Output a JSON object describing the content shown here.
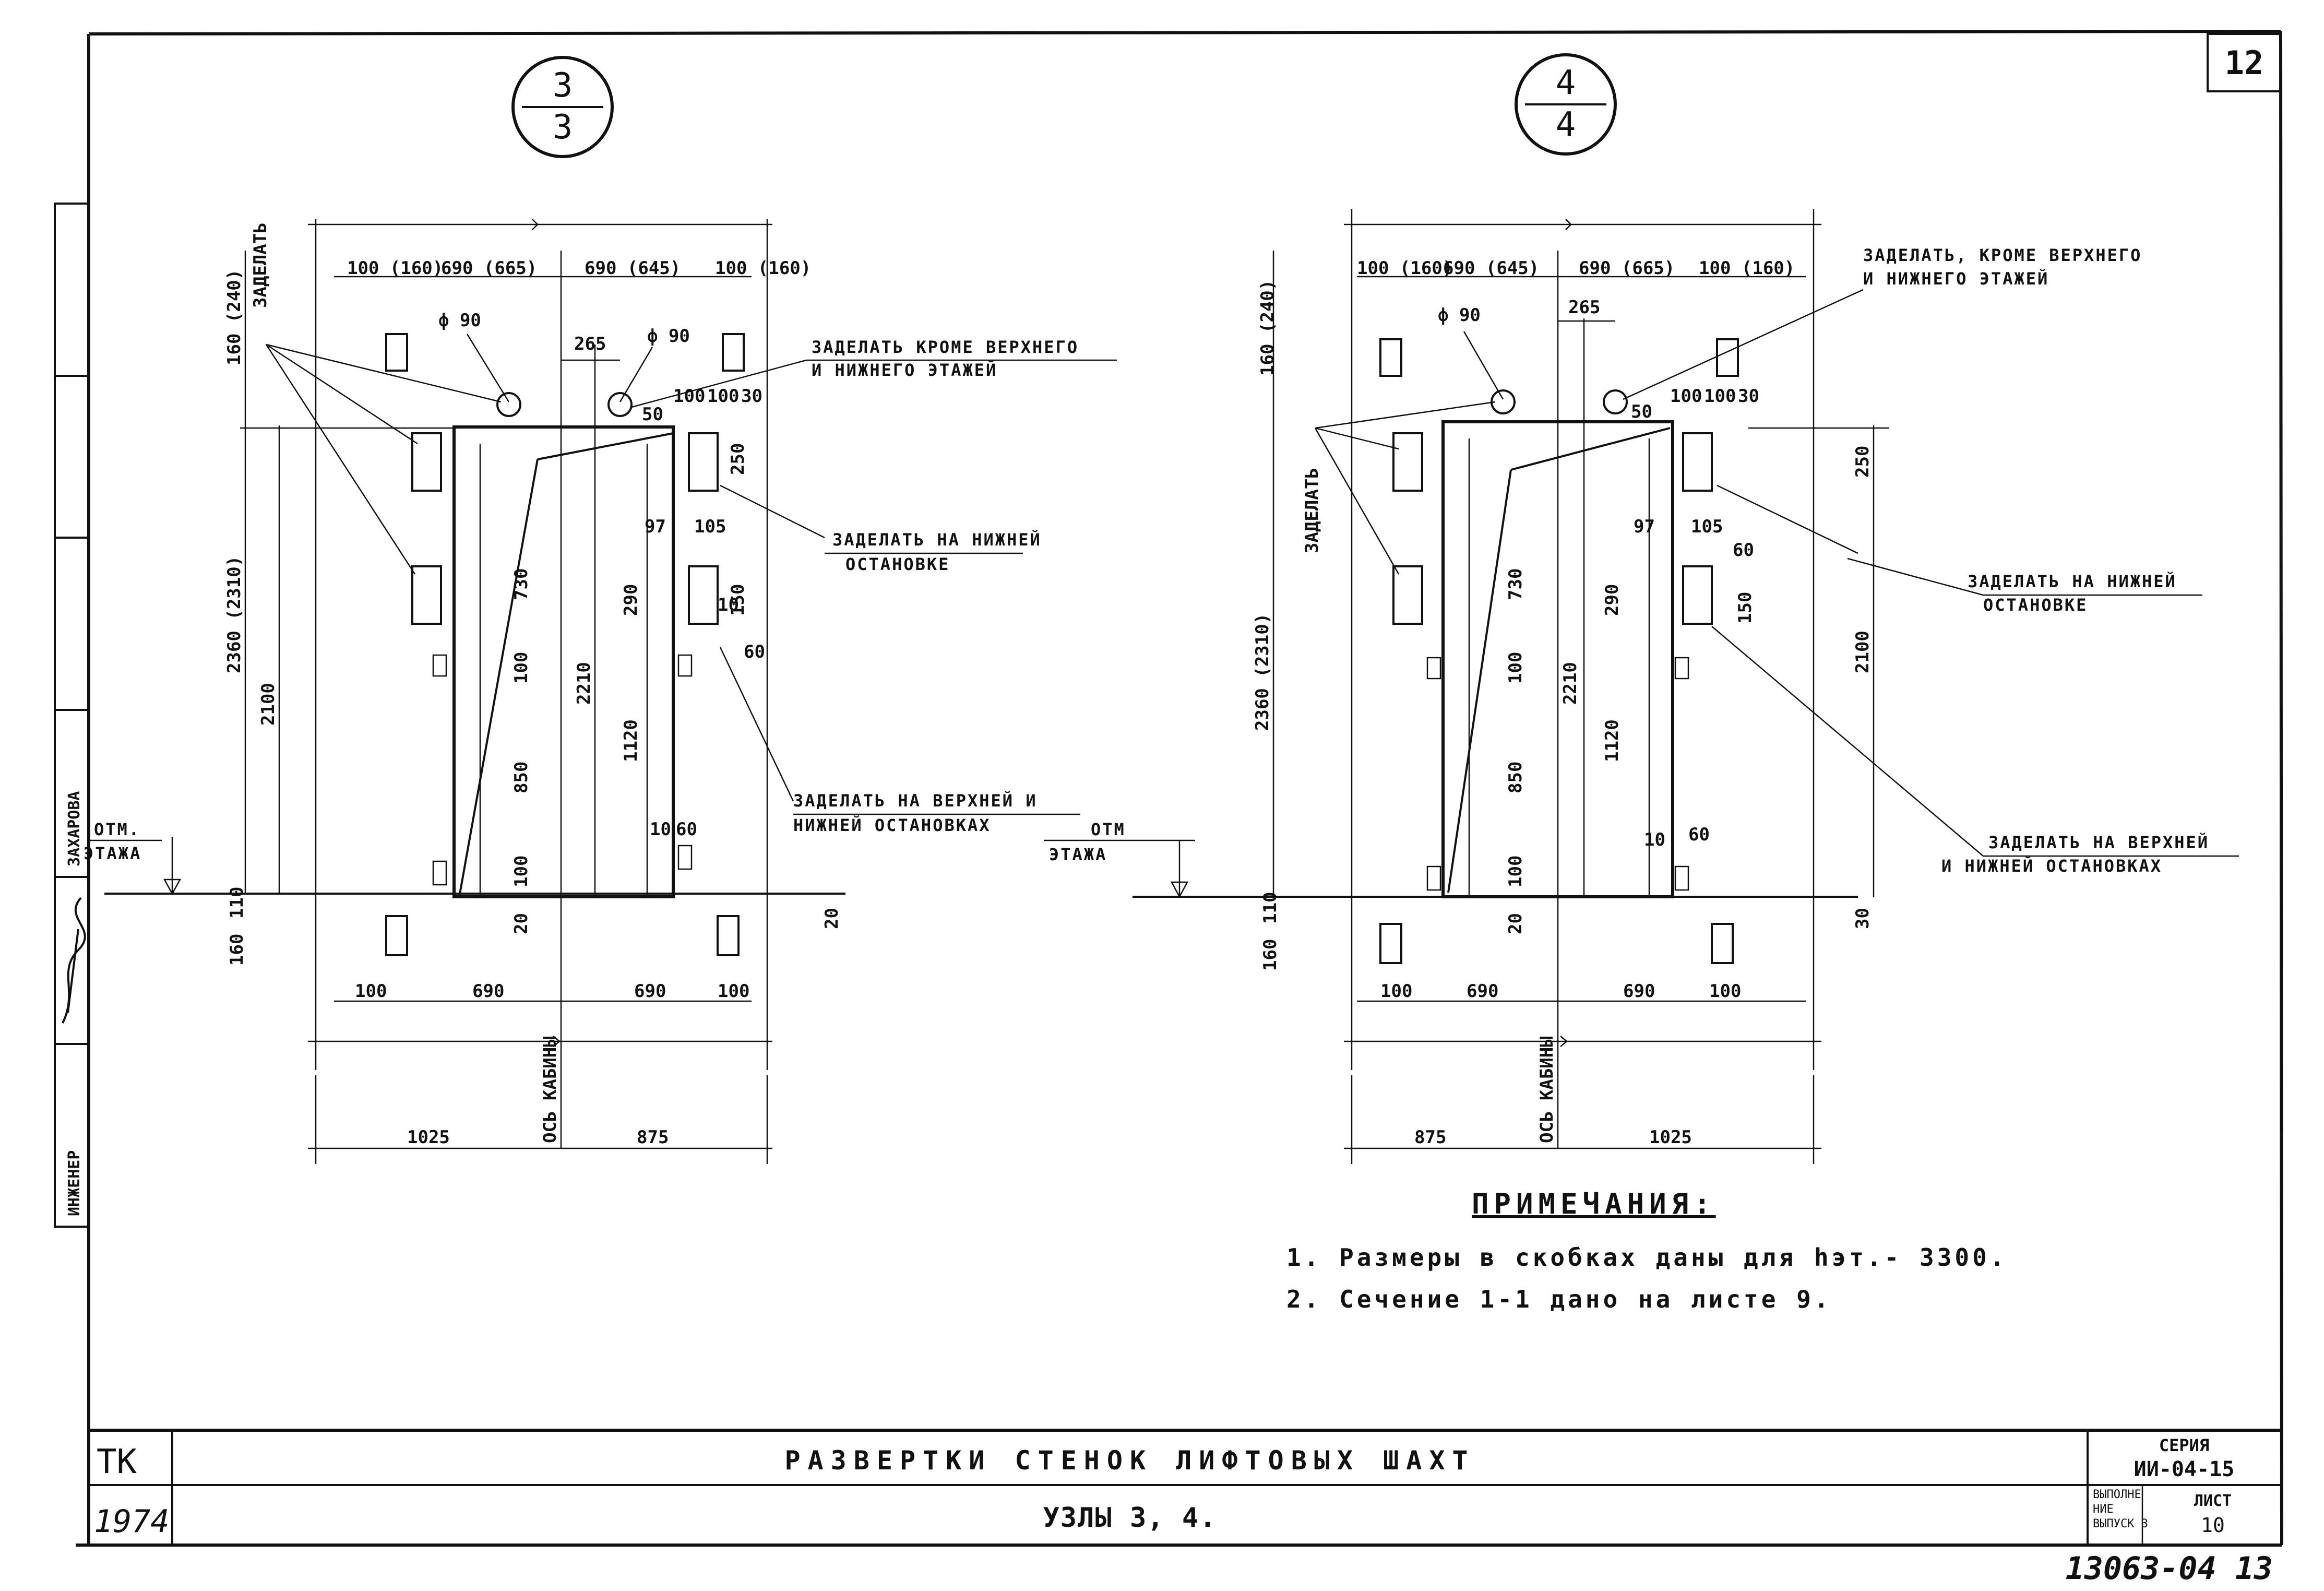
{
  "sheet": {
    "sheet_number": "12",
    "org": "ТК",
    "year": "1974",
    "title": "РАЗВЕРТКИ СТЕНОК ЛИФТОВЫХ ШАХТ",
    "subtitle": "УЗЛЫ 3, 4.",
    "series_label": "СЕРИЯ",
    "series_value": "ИИ-04-15",
    "issue_label_1": "ВЫПОЛНЕ",
    "issue_label_2": "НИЕ",
    "issue_label_3": "ВЫПУСК 3",
    "sheet_label": "ЛИСТ",
    "sheet_value": "10",
    "archive_number": "13063-04 13"
  },
  "side_stamp": {
    "role": "ИНЖЕНЕР",
    "name": "ЗАХАРОВА"
  },
  "left_view": {
    "callout_top": "3",
    "callout_bottom": "3",
    "top_dims": [
      "100 (160)",
      "690 (665)",
      "690 (645)",
      "100 (160)"
    ],
    "bottom_dims": [
      "100",
      "690",
      "690",
      "100"
    ],
    "axis_dims": [
      "1025",
      "875"
    ],
    "axis_label": "ОСЬ КАБИНЫ",
    "phi_left": "ф 90",
    "phi_right": "ф 90",
    "d265": "265",
    "v_dims": [
      "160 (240)",
      "2360 (2310)",
      "2100",
      "160",
      "110",
      "730",
      "100",
      "850",
      "100",
      "20",
      "2210",
      "290",
      "1120",
      "250",
      "150",
      "60",
      "20"
    ],
    "small_dims": [
      "100",
      "100",
      "30",
      "50",
      "97",
      "105",
      "10",
      "60",
      "10",
      "60"
    ],
    "label_zadelat": "ЗАДЕЛАТЬ",
    "level_label_1": "ОТМ.",
    "level_label_2": "ЭТАЖА"
  },
  "right_view": {
    "callout_top": "4",
    "callout_bottom": "4",
    "top_dims": [
      "100 (160)",
      "690 (645)",
      "690 (665)",
      "100 (160)"
    ],
    "bottom_dims": [
      "100",
      "690",
      "690",
      "100"
    ],
    "axis_dims": [
      "875",
      "1025"
    ],
    "axis_label": "ОСЬ КАБИНЫ",
    "phi": "ф 90",
    "d265": "265",
    "v_dims": [
      "160 (240)",
      "2360 (2310)",
      "160",
      "110",
      "730",
      "100",
      "850",
      "100",
      "20",
      "2210",
      "290",
      "1120",
      "2100",
      "250",
      "150",
      "30"
    ],
    "small_dims": [
      "100",
      "100",
      "30",
      "50",
      "97",
      "105",
      "60",
      "10",
      "60"
    ],
    "label_zadelat": "ЗАДЕЛАТЬ",
    "level_label_1": "ОТМ",
    "level_label_2": "ЭТАЖА"
  },
  "annotations": {
    "left_note_1_a": "ЗАДЕЛАТЬ КРОМЕ ВЕРХНЕГО",
    "left_note_1_b": "И НИЖНЕГО ЭТАЖЕЙ",
    "left_note_2_a": "ЗАДЕЛАТЬ НА НИЖНЕЙ",
    "left_note_2_b": "ОСТАНОВКЕ",
    "left_note_3_a": "ЗАДЕЛАТЬ НА ВЕРХНЕЙ И",
    "left_note_3_b": "НИЖНЕЙ ОСТАНОВКАХ",
    "right_note_1_a": "ЗАДЕЛАТЬ, КРОМЕ ВЕРХНЕГО",
    "right_note_1_b": "И НИЖНЕГО ЭТАЖЕЙ",
    "right_note_2_a": "ЗАДЕЛАТЬ НА НИЖНЕЙ",
    "right_note_2_b": "ОСТАНОВКЕ",
    "right_note_3_a": "ЗАДЕЛАТЬ НА ВЕРХНЕЙ",
    "right_note_3_b": "И НИЖНЕЙ ОСТАНОВКАХ"
  },
  "notes": {
    "heading": "ПРИМЕЧАНИЯ:",
    "items": [
      "1. Размеры в скобках даны для hэт.- 3300.",
      "2. Сечение 1-1 дано на листе 9."
    ]
  }
}
